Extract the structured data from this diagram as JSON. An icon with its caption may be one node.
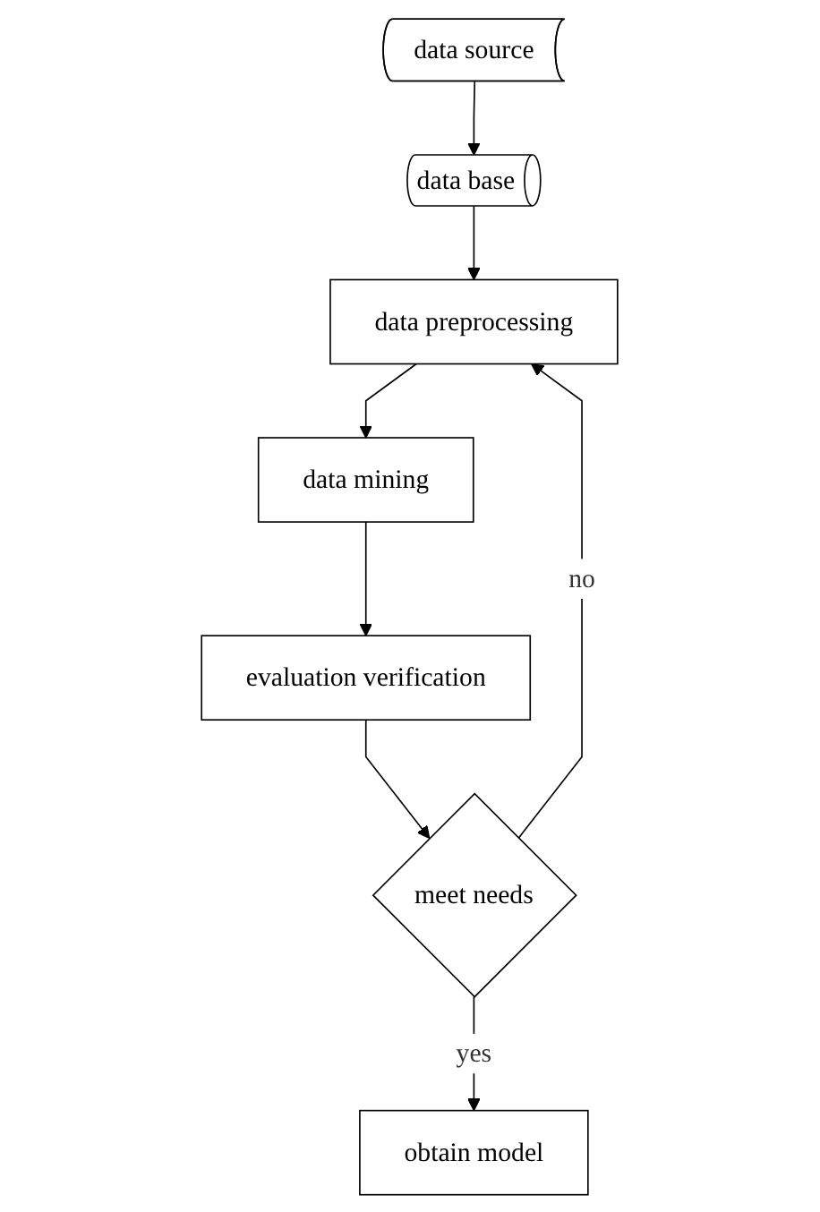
{
  "diagram": {
    "nodes": [
      {
        "text": [
          "data base"
        ]
      },
      {
        "text": [
          "data source"
        ]
      },
      {
        "text": [
          "data preprocessing"
        ]
      },
      {
        "text": [
          "data mining"
        ]
      },
      {
        "text": [
          "evaluation verification"
        ]
      },
      {
        "text": [
          "meet needs"
        ]
      },
      {
        "text": [
          "obtain model"
        ]
      }
    ],
    "edges": [
      {
        "from": 1,
        "to": 0,
        "arrow": "to"
      },
      {
        "from": 0,
        "to": 2,
        "arrow": "to"
      },
      {
        "from": 2,
        "to": 3,
        "arrow": "to"
      },
      {
        "from": 3,
        "to": 4,
        "arrow": "to"
      },
      {
        "from": 4,
        "to": 5,
        "arrow": "to"
      },
      {
        "from": 5,
        "to": 2,
        "arrow": "to",
        "label": "no"
      },
      {
        "from": 5,
        "to": 6,
        "arrow": "to",
        "label": "yes"
      }
    ]
  }
}
